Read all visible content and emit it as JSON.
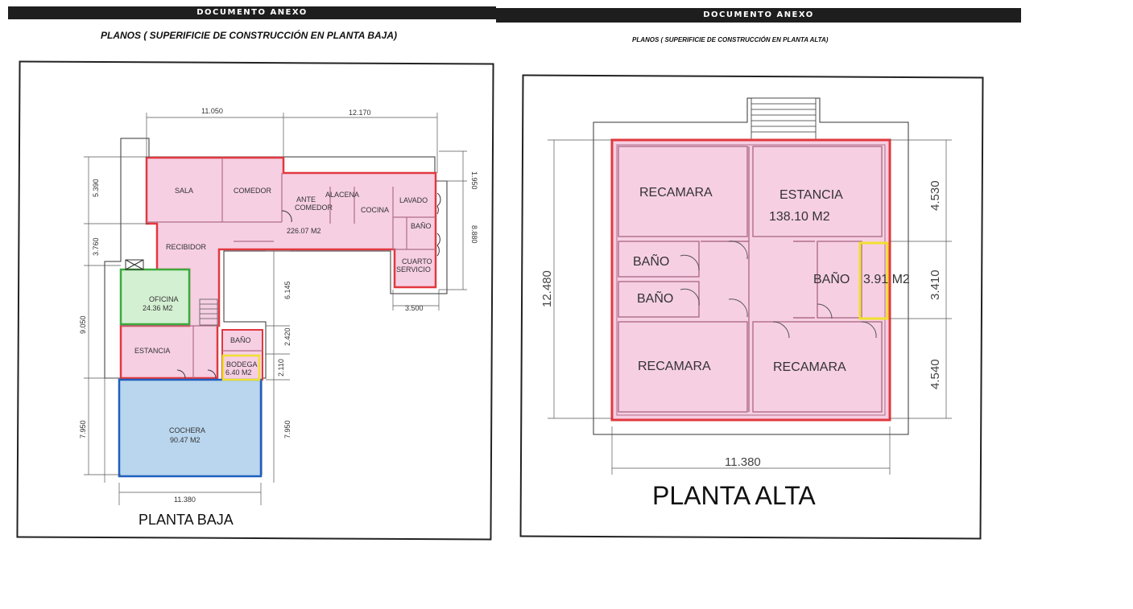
{
  "banner_left": "DOCUMENTO ANEXO",
  "banner_right": "DOCUMENTO ANEXO",
  "subtitle_left": "PLANOS ( SUPERIFICIE DE CONSTRUCCIÓN EN PLANTA BAJA)",
  "subtitle_right": "PLANOS ( SUPERIFICIE DE CONSTRUCCIÓN EN PLANTA ALTA)",
  "baja": {
    "title": "PLANTA BAJA",
    "dims": {
      "top_a": "11.050",
      "top_b": "12.170",
      "right_1": "1.950",
      "right_2": "8.880",
      "bottom_r": "3.500",
      "left_1": "5.390",
      "left_2": "3.760",
      "left_3": "9.050",
      "left_4": "7.950",
      "mid_1": "6.145",
      "mid_2": "2.420",
      "mid_3": "2.110",
      "mid_4": "7.950",
      "bottom": "11.380"
    },
    "rooms": {
      "sala": "SALA",
      "comedor": "COMEDOR",
      "ante_1": "ANTE",
      "ante_2": "COMEDOR",
      "alacena": "ALACENA",
      "cocina": "COCINA",
      "lavado": "LAVADO",
      "bano_1": "BAÑO",
      "area_main": "226.07 M2",
      "recibidor": "RECIBIDOR",
      "cuarto_1": "CUARTO",
      "cuarto_2": "SERVICIO",
      "oficina": "OFICINA",
      "oficina_area": "24.36 M2",
      "estancia": "ESTANCIA",
      "bano_2": "BAÑO",
      "bodega": "BODEGA",
      "bodega_area": "6.40 M2",
      "cochera": "COCHERA",
      "cochera_area": "90.47 M2"
    }
  },
  "alta": {
    "title": "PLANTA ALTA",
    "dims": {
      "left": "12.480",
      "right_1": "4.530",
      "right_2": "3.410",
      "right_3": "4.540",
      "bottom": "11.380"
    },
    "rooms": {
      "recamara_1": "RECAMARA",
      "estancia": "ESTANCIA",
      "area_main": "138.10 M2",
      "bano_1": "BAÑO",
      "bano_2": "BAÑO",
      "bano_3": "BAÑO",
      "bano_3_area": "3.91 M2",
      "recamara_2": "RECAMARA",
      "recamara_3": "RECAMARA"
    }
  },
  "colors": {
    "pink_fill": "#f6cfe3",
    "red_line": "#e2383f",
    "green_fill": "#d4f0d2",
    "green_line": "#3caa3c",
    "blue_fill": "#b9d6ee",
    "blue_line": "#1f5fbf",
    "yellow_line": "#f0e030"
  }
}
